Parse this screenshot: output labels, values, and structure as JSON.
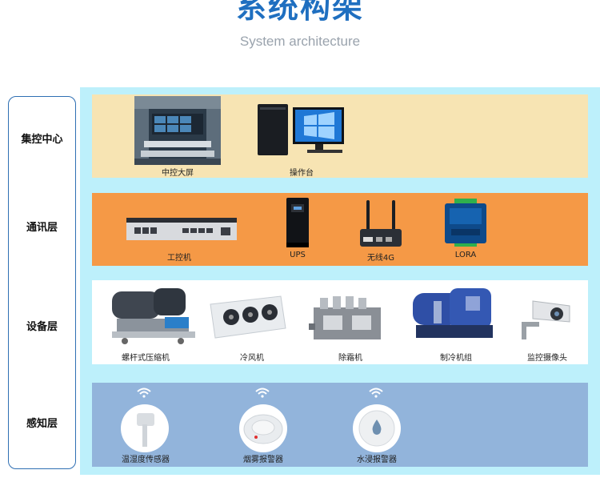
{
  "header": {
    "title": "系统构架",
    "subtitle": "System architecture"
  },
  "layers": [
    {
      "label": "集控中心",
      "devices": [
        "中控大屏",
        "操作台"
      ]
    },
    {
      "label": "通讯层",
      "devices": [
        "工控机",
        "UPS",
        "无线4G",
        "LORA"
      ]
    },
    {
      "label": "设备层",
      "devices": [
        "螺杆式压缩机",
        "冷风机",
        "除霜机",
        "制冷机组",
        "监控摄像头"
      ]
    },
    {
      "label": "感知层",
      "devices": [
        "温湿度传感器",
        "烟雾报警器",
        "水浸报警器"
      ]
    }
  ],
  "colors": {
    "title": "#1f6fc0",
    "outer_bg": "#bdf0fb",
    "center": "#f7e4b3",
    "comm": "#f59946",
    "device": "#ffffff",
    "sensor": "#92b4db"
  }
}
